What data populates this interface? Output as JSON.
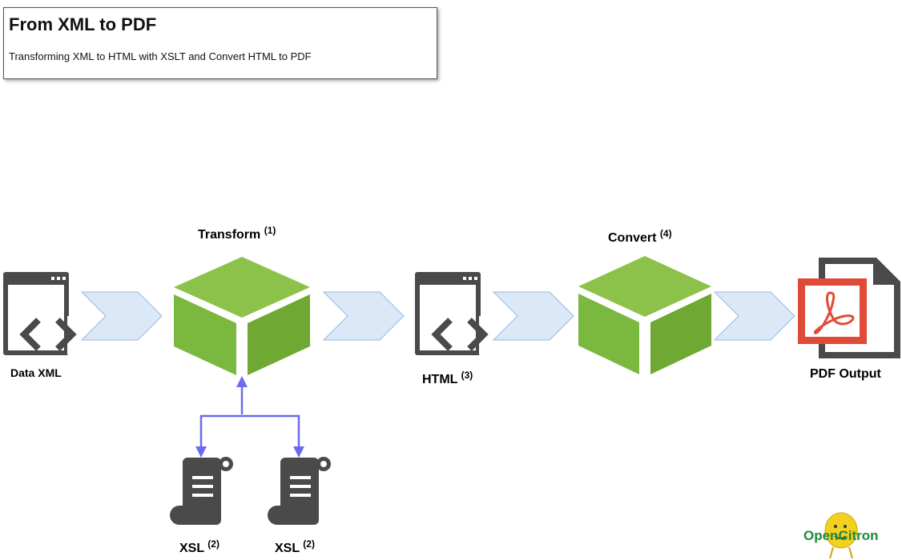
{
  "header": {
    "title": "From XML to PDF",
    "subtitle": "Transforming XML to HTML with XSLT and Convert HTML to PDF"
  },
  "nodes": {
    "data_xml": {
      "label": "Data XML",
      "icon": "xml-document-icon"
    },
    "transform": {
      "label": "Transform",
      "note": "(1)",
      "icon": "green-cube-icon"
    },
    "xsl_a": {
      "label": "XSL",
      "note": "(2)",
      "icon": "scroll-icon"
    },
    "xsl_b": {
      "label": "XSL",
      "note": "(2)",
      "icon": "scroll-icon"
    },
    "html": {
      "label": "HTML",
      "note": "(3)",
      "icon": "html-document-icon"
    },
    "convert": {
      "label": "Convert",
      "note": "(4)",
      "icon": "green-cube-icon"
    },
    "pdf": {
      "label": "PDF Output",
      "icon": "pdf-file-icon"
    }
  },
  "logo": {
    "text": "OpenCitron"
  },
  "colors": {
    "cube_light": "#8dc24a",
    "cube_mid": "#7ab83f",
    "cube_dark": "#6fa833",
    "chevron_fill": "#dae8f8",
    "chevron_stroke": "#9bb8de",
    "connector": "#6b6bef",
    "icon_dark": "#4a4a4a",
    "pdf_red": "#e04b38"
  }
}
